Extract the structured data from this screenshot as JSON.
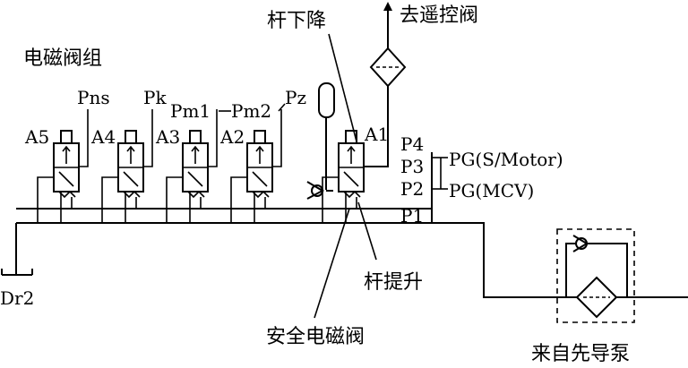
{
  "labels": {
    "solenoid_group": "电磁阀组",
    "rod_lower": "杆下降",
    "to_remote_valve": "去遥控阀",
    "rod_raise": "杆提升",
    "safety_solenoid": "安全电磁阀",
    "from_pilot_pump": "来自先导泵",
    "drain": "Dr2"
  },
  "valves": [
    {
      "id": "A5",
      "port": "Pns"
    },
    {
      "id": "A4",
      "port": "Pk"
    },
    {
      "id": "A3",
      "port": "Pm1"
    },
    {
      "id": "A2",
      "port": "Pm2"
    },
    {
      "id": "A1",
      "port": "Pz"
    }
  ],
  "ports": {
    "p4": "P4",
    "p3": "P3",
    "p2": "P2",
    "p1": "P1",
    "pg_smotor": "PG(S/Motor)",
    "pg_mcv": "PG(MCV)"
  }
}
